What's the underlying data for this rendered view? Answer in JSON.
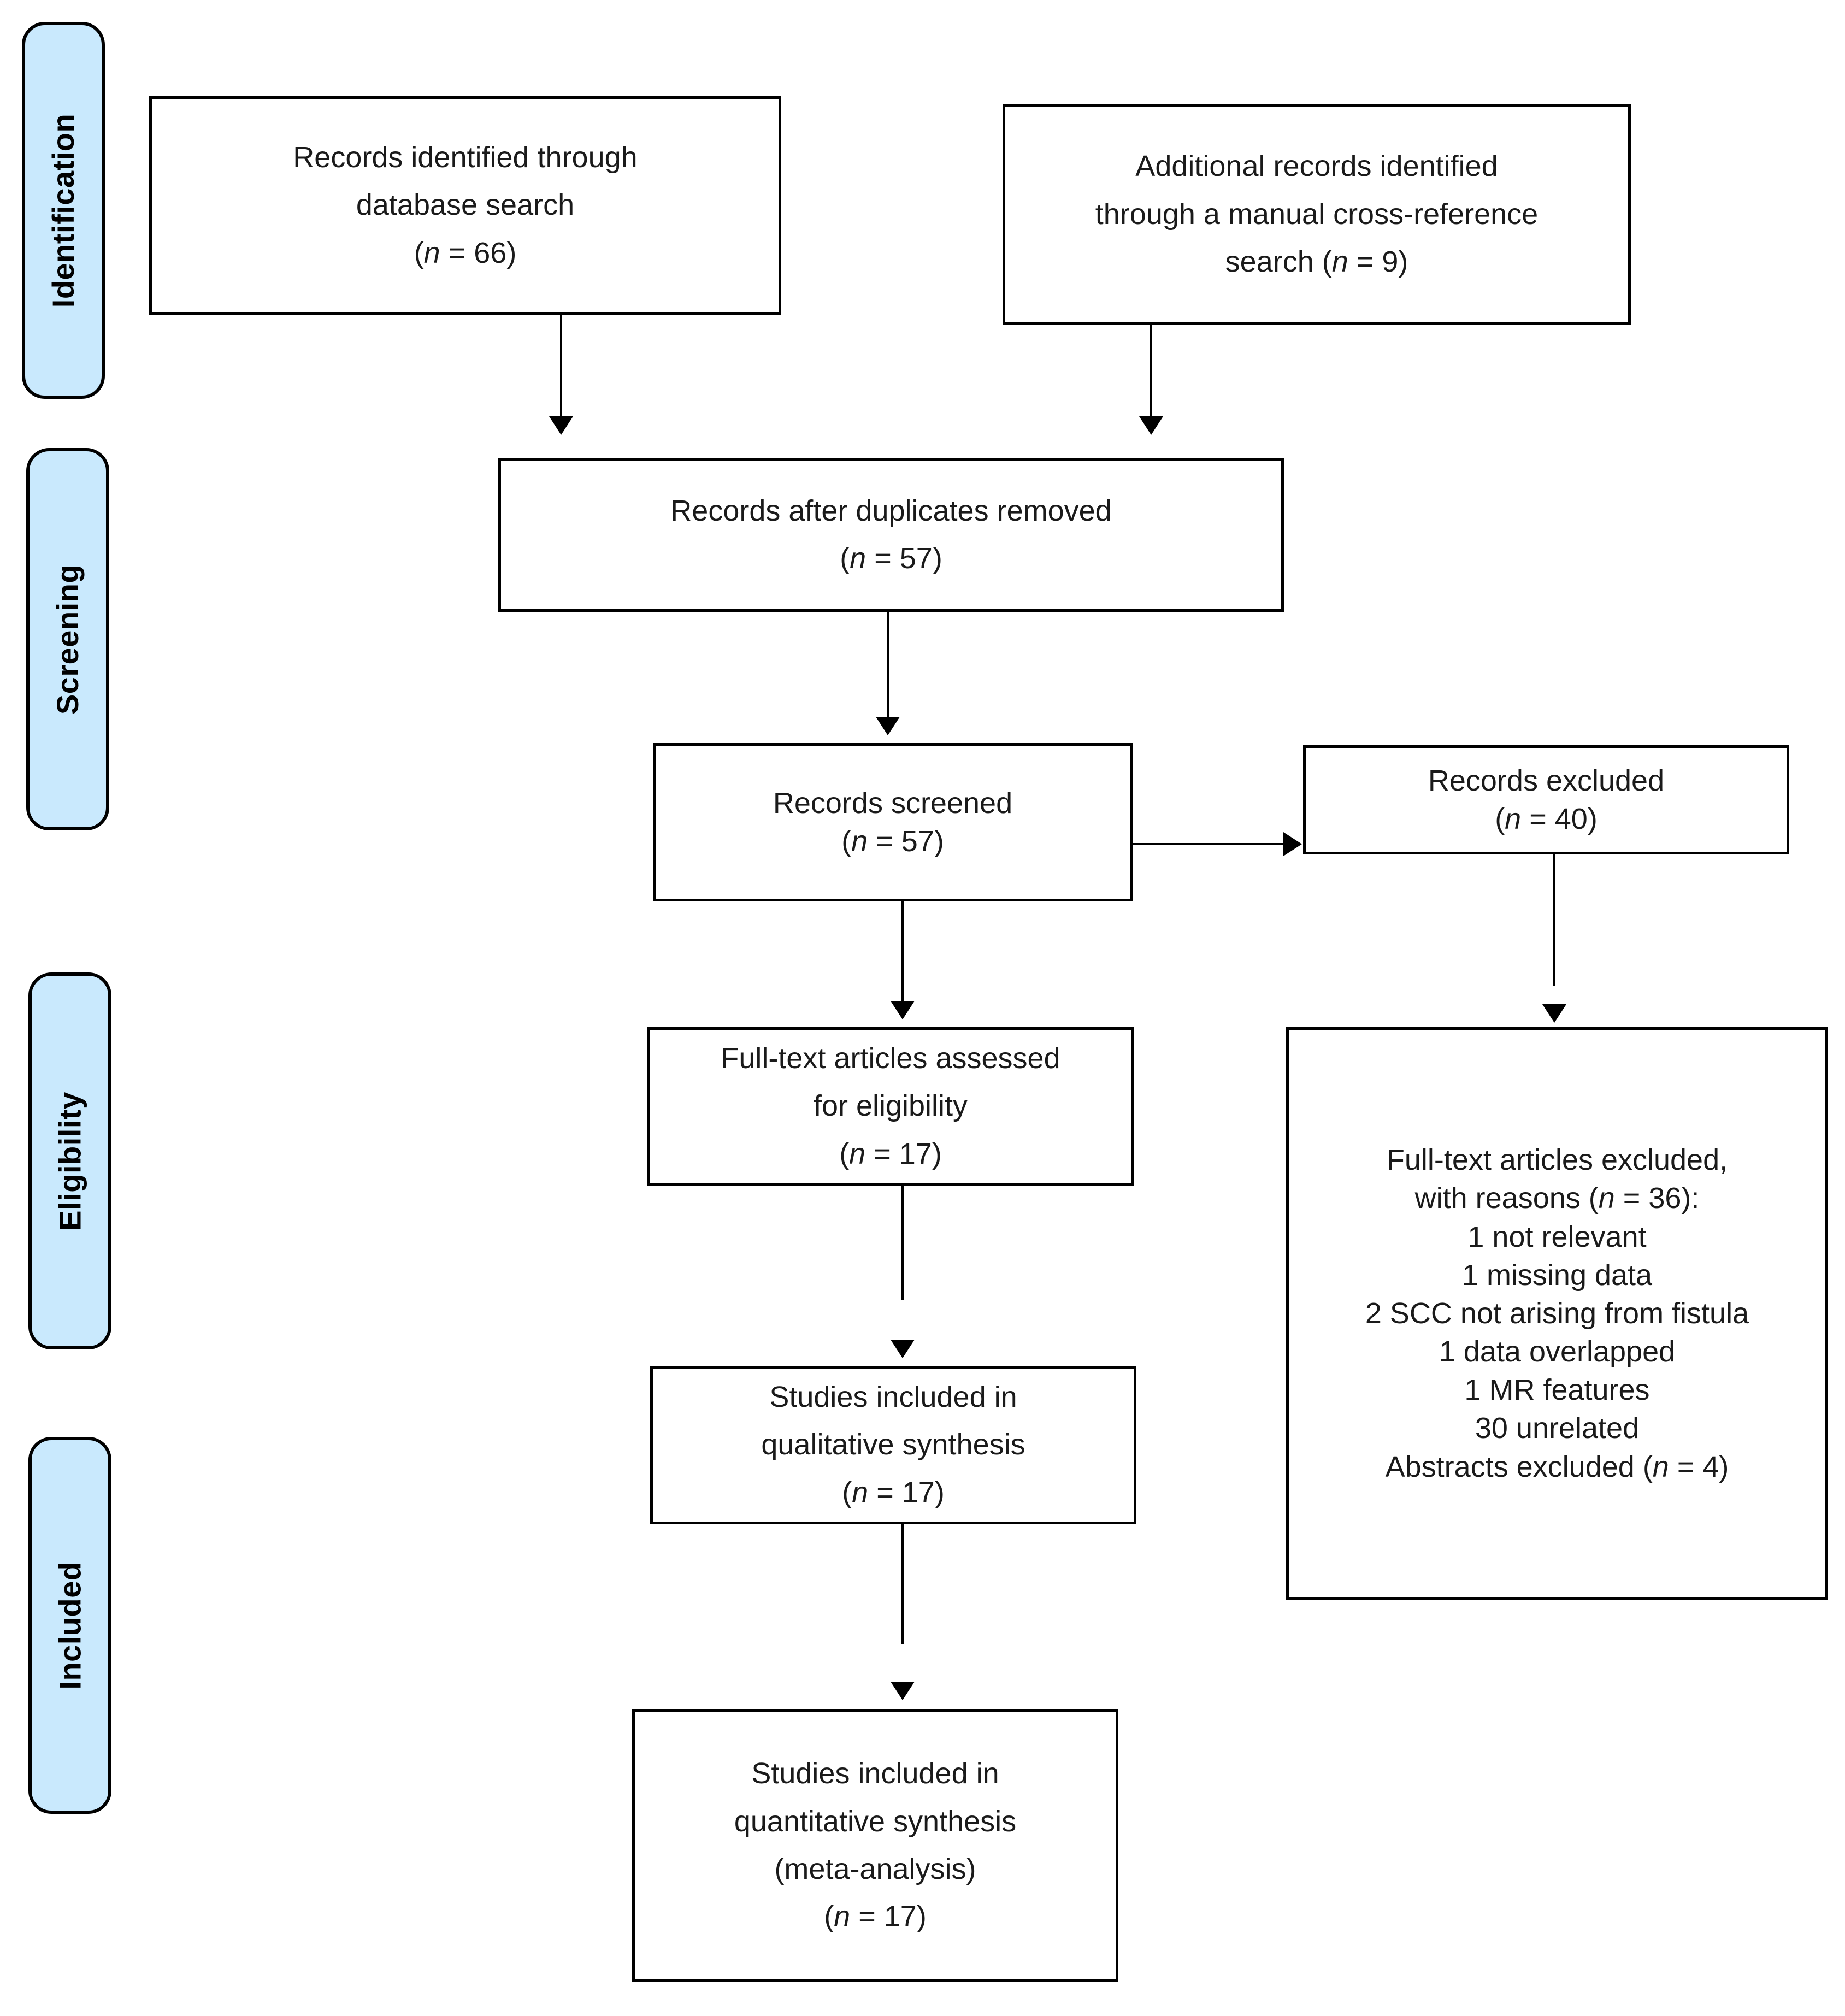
{
  "figure": {
    "type": "prisma-flow-diagram",
    "stage_fill_color": "#c9e9fd",
    "box_border_color": "#000000",
    "background_color": "#ffffff",
    "text_color": "#1a1a1a"
  },
  "stages": [
    {
      "key": "identification",
      "label": "Identification"
    },
    {
      "key": "screening",
      "label": "Screening"
    },
    {
      "key": "eligibility",
      "label": "Eligibility"
    },
    {
      "key": "included",
      "label": "Included"
    }
  ],
  "boxes": {
    "records_identified": {
      "lines": [
        "Records identified through",
        "database search",
        "(n = 66)"
      ],
      "n": 66
    },
    "additional_records": {
      "lines": [
        "Additional records identified",
        "through a manual cross-reference",
        "search (n = 9)"
      ],
      "n": 9
    },
    "after_duplicates": {
      "lines": [
        "Records after duplicates removed",
        "(n = 57)"
      ],
      "n": 57
    },
    "records_screened": {
      "lines": [
        "Records screened",
        "(n = 57)"
      ],
      "n": 57
    },
    "records_excluded": {
      "lines": [
        "Records excluded",
        "(n = 40)"
      ],
      "n": 40
    },
    "fulltext_assessed": {
      "lines": [
        "Full-text articles assessed",
        "for eligibility",
        "(n = 17)"
      ],
      "n": 17
    },
    "fulltext_excluded": {
      "lines": [
        "Full-text articles excluded,",
        "with reasons (n = 36):",
        "1 not relevant",
        "1 missing data",
        "2 SCC not arising from fistula",
        "1 data overlapped",
        "1 MR features",
        "30 unrelated",
        "Abstracts excluded (n = 4)"
      ],
      "n": 36,
      "reasons": [
        {
          "count": 1,
          "reason": "not relevant"
        },
        {
          "count": 1,
          "reason": "missing data"
        },
        {
          "count": 2,
          "reason": "SCC not arising from fistula"
        },
        {
          "count": 1,
          "reason": "data overlapped"
        },
        {
          "count": 1,
          "reason": "MR features"
        },
        {
          "count": 30,
          "reason": "unrelated"
        }
      ],
      "abstracts_excluded_n": 4
    },
    "qualitative_synthesis": {
      "lines": [
        "Studies included in",
        "qualitative synthesis",
        "(n = 17)"
      ],
      "n": 17
    },
    "quantitative_synthesis": {
      "lines": [
        "Studies included in",
        "quantitative synthesis",
        "(meta-analysis)",
        "(n = 17)"
      ],
      "n": 17
    }
  }
}
